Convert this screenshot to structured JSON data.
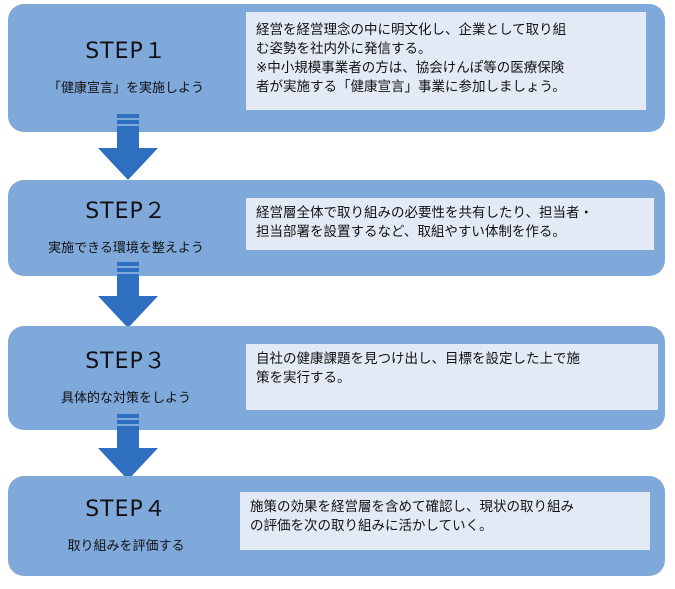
{
  "steps": [
    {
      "title": "STEP１",
      "subtitle": "「健康宣言」を実施しよう",
      "description": "経営を経営理念の中に明文化し、企業として取り組\nむ姿勢を社内外に発信する。\n※中小規模事業者の方は、協会けんぽ等の医療保険\n者が実施する「健康宣言」事業に参加しましょう。"
    },
    {
      "title": "STEP２",
      "subtitle": "実施できる環境を整えよう",
      "description": "経営層全体で取り組みの必要性を共有したり、担当者・\n担当部署を設置するなど、取組やすい体制を作る。"
    },
    {
      "title": "STEP３",
      "subtitle": "具体的な対策をしよう",
      "description": "自社の健康課題を見つけ出し、目標を設定した上で施\n策を実行する。"
    },
    {
      "title": "STEP４",
      "subtitle": "取り組みを評価する",
      "description": "施策の効果を経営層を含めて確認し、現状の取り組み\nの評価を次の取り組みに活かしていく。"
    }
  ],
  "colors": {
    "step_box": "#7fa8db",
    "description_box": "#e3eaf6",
    "arrow": "#2f6fc0"
  }
}
